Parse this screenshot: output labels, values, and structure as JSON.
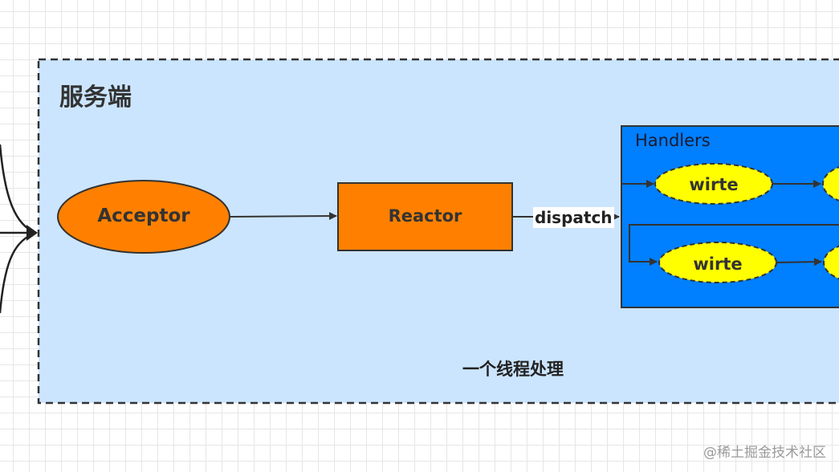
{
  "server": {
    "title": "服务端"
  },
  "acceptor": {
    "label": "Acceptor"
  },
  "reactor": {
    "label": "Reactor"
  },
  "dispatch": {
    "label": "dispatch"
  },
  "handlers": {
    "title": "Handlers",
    "rows": [
      {
        "handler_label": "wirte"
      },
      {
        "handler_label": "wirte"
      }
    ]
  },
  "note": {
    "text": "一个线程处理"
  },
  "watermark": {
    "text": "@稀土掘金技术社区"
  },
  "colors": {
    "server_fill": "#cce5ff",
    "acceptor_fill": "#ff8000",
    "reactor_fill": "#ff8000",
    "handlers_fill": "#007fff",
    "handler_fill": "#ffff00",
    "line": "#333333"
  }
}
